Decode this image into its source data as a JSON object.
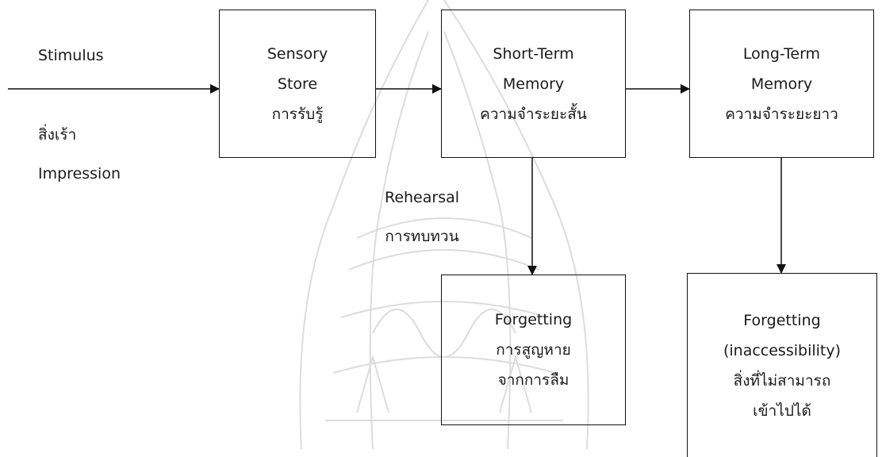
{
  "input": {
    "stimulus": "Stimulus",
    "stimulus_thai": "สิ่งเร้า",
    "impression": "Impression"
  },
  "boxes": {
    "sensory": [
      "Sensory",
      "Store",
      "การรับรู้"
    ],
    "short_term": [
      "Short-Term",
      "Memory",
      "ความจำระยะสั้น"
    ],
    "long_term": [
      "Long-Term",
      "Memory",
      "ความจำระยะยาว"
    ],
    "forgetting_st": [
      "Forgetting",
      "การสูญหาย",
      "จากการลืม"
    ],
    "forgetting_lt": [
      "Forgetting",
      "(inaccessibility)",
      "สิ่งที่ไม่สามารถ",
      "เข้าไปได้"
    ]
  },
  "rehearsal": {
    "label": "Rehearsal",
    "label_thai": "การทบทวน"
  },
  "colors": {
    "line": "#111111",
    "text": "#1a1a1a",
    "watermark": "#dcdcdc"
  }
}
